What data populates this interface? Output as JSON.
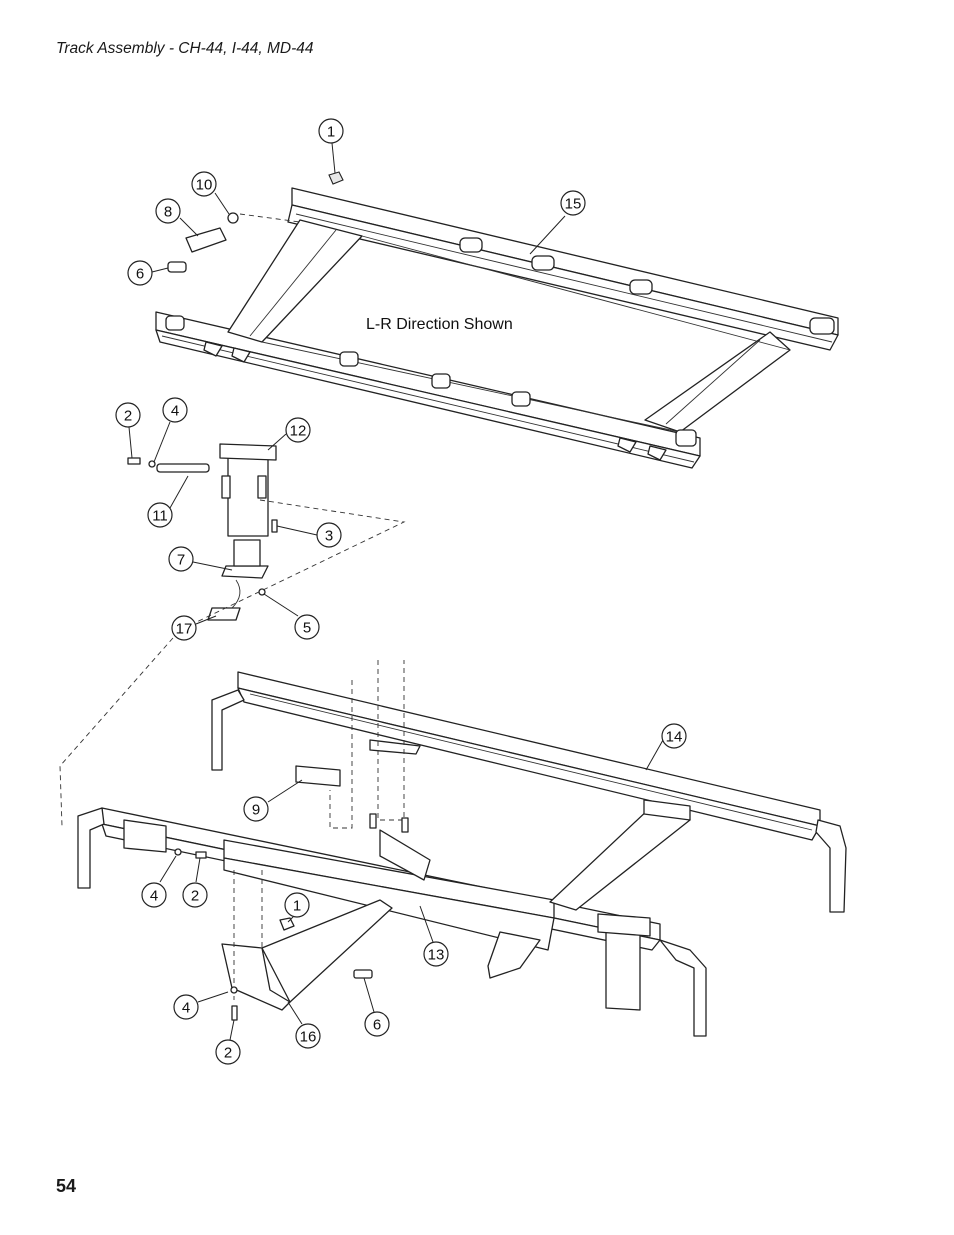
{
  "header": {
    "title": "Track Assembly - CH-44, I-44, MD-44"
  },
  "page": {
    "number": "54"
  },
  "diagram": {
    "note": "L-R Direction Shown",
    "callouts": {
      "c1_top": "1",
      "c10": "10",
      "c8": "8",
      "c6_top": "6",
      "c15": "15",
      "c2_mid": "2",
      "c4_mid": "4",
      "c12": "12",
      "c11": "11",
      "c3": "3",
      "c7": "7",
      "c17": "17",
      "c5": "5",
      "c14": "14",
      "c9": "9",
      "c4_low": "4",
      "c2_low": "2",
      "c1_low": "1",
      "c13": "13",
      "c4_bottom": "4",
      "c16": "16",
      "c6_low": "6",
      "c2_bottom": "2"
    }
  }
}
